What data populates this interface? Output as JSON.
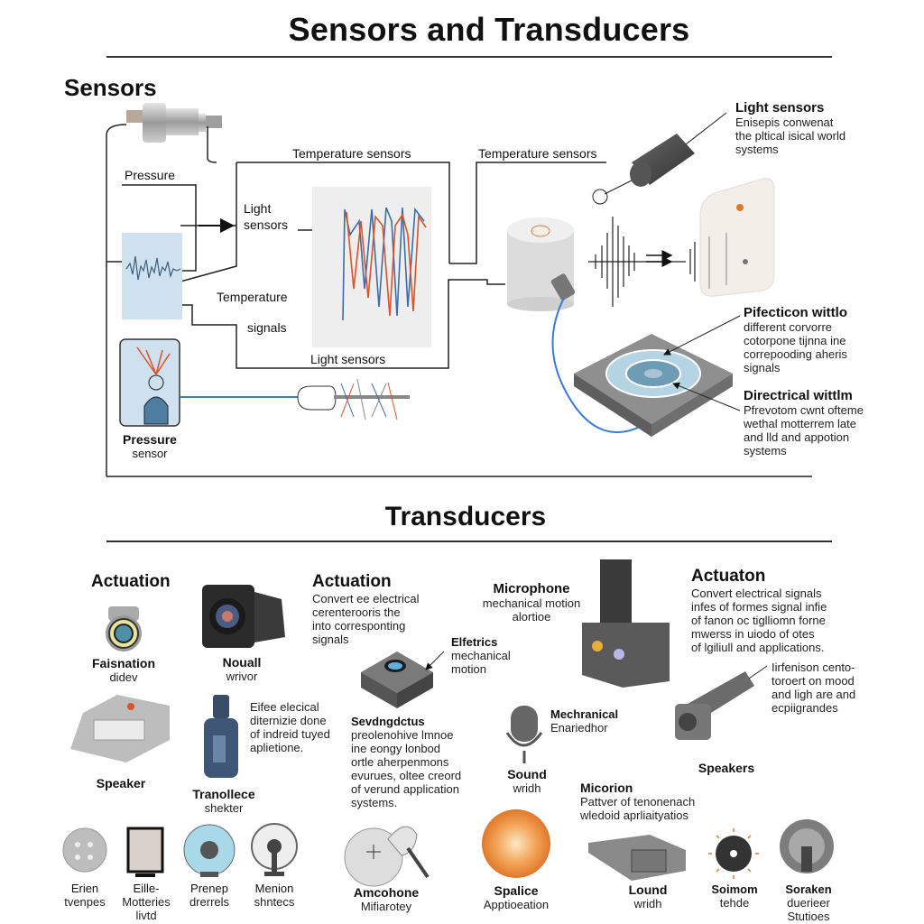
{
  "title": "Sensors and Transducers",
  "sensors": {
    "heading": "Sensors",
    "labels": {
      "temperature_sensors_1": "Temperature sensors",
      "temperature_sensors_2": "Temperature sensors",
      "pressure": "Pressure",
      "light_sensors_box": "Light\nsensors",
      "temperature": "Temperature",
      "signals": "signals",
      "light_sensors_bottom": "Light sensors",
      "pressure_sensor_title": "Pressure",
      "pressure_sensor_sub": "sensor"
    },
    "callouts": [
      {
        "title": "Light sensors",
        "text": "Enisepis conwenat\nthe pltical isical world\nsystems"
      },
      {
        "title": "Pifecticon wittlo",
        "text": "different corvorre\ncotorpone tijnna ine\ncorrepooding aheris\nsignals"
      },
      {
        "title": "Directrical wittlm",
        "text": "Pfrevotom cwnt ofteme\nwethal motterrem late\nand lld and appotion\nsystems"
      }
    ],
    "colors": {
      "wire": "#3a7bd5",
      "signal_red": "#d9542b",
      "signal_blue": "#3b6ea8",
      "panel": "#cfe0ee"
    }
  },
  "transducers": {
    "heading": "Transducers",
    "items": [
      {
        "title": "Actuation",
        "text": ""
      },
      {
        "title": "Faisnation",
        "text": "didev"
      },
      {
        "title": "Nouall",
        "text": "wrivor"
      },
      {
        "title": "Actuation",
        "text": "Convert ee electrical\ncerenterooris the\ninto corresponting\nsignals"
      },
      {
        "title": "Elfetrics",
        "text": "mechanical\nmotion"
      },
      {
        "title": "Microphone",
        "text": "mechanical motion\nalortioe"
      },
      {
        "title": "Actuaton",
        "text": "Convert electrical signals\ninfes of formes signal infie\nof fanon oc tiglliomn forne\nmwerss in uiodo of otes\nof lgiliull and applications."
      },
      {
        "title": "",
        "text": "Iirfenison cento-\ntoroert on mood\nand ligh are and\necpiigrandes"
      },
      {
        "title": "Speaker",
        "text": ""
      },
      {
        "title": "Eifee elecical",
        "text": "diternizie done\nof indreid tuyed\naplietione."
      },
      {
        "title": "Tranollece",
        "text": "shekter"
      },
      {
        "title": "Sevdngdctus",
        "text": "preolenohive lmnoe\nine eongy lonbod\nortle aherpenmons\nevurues, oltee creord\nof verund application\nsystems."
      },
      {
        "title": "Mechranical",
        "text": "Enariedhor"
      },
      {
        "title": "Sound",
        "text": "wridh"
      },
      {
        "title": "Speakers",
        "text": ""
      },
      {
        "title": "Micorion",
        "text": "Pattver of tenonenach\nwledoid aprliaityatios"
      }
    ],
    "bottom_row": [
      {
        "title": "Erien",
        "text": "tvenpes"
      },
      {
        "title": "Eille-",
        "text": "Motteries\nlivtd"
      },
      {
        "title": "Prenep",
        "text": "drerrels"
      },
      {
        "title": "Menion",
        "text": "shntecs"
      },
      {
        "title": "Amcohone",
        "text": "Mifiarotey"
      },
      {
        "title": "Spalice",
        "text": "Apptioeation"
      },
      {
        "title": "Lound",
        "text": "wridh"
      },
      {
        "title": "Soimom",
        "text": "tehde"
      },
      {
        "title": "Soraken",
        "text": "duerieer\nStutioes"
      }
    ]
  }
}
